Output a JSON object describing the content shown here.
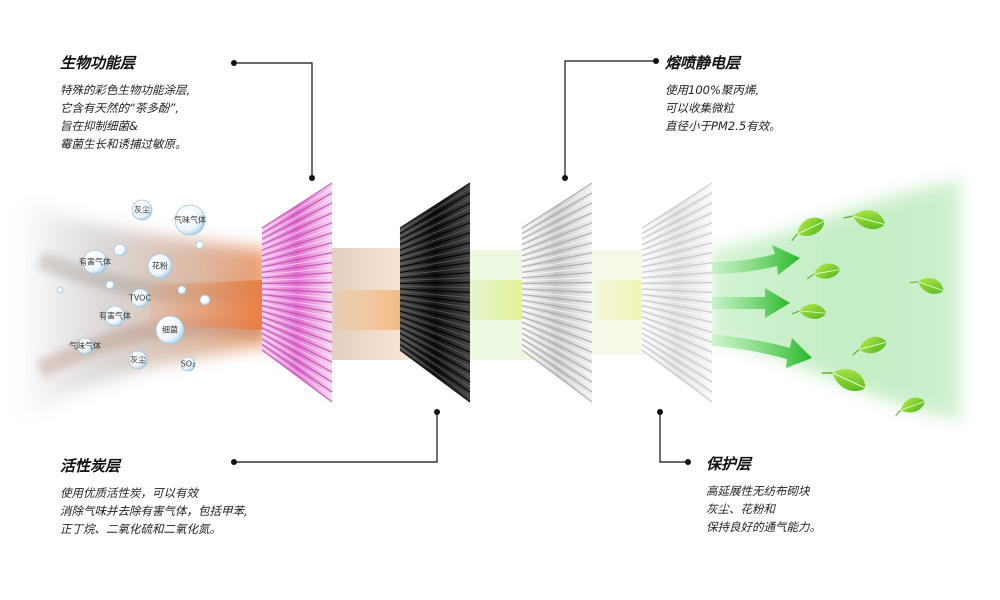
{
  "layers": {
    "bio": {
      "title": "生物功能层",
      "lines": [
        "特殊的彩色生物功能涂层,",
        "它含有天然的“茶多酚”,",
        "旨在抑制细菌&",
        "霉菌生长和诱捕过敏原。"
      ]
    },
    "carbon": {
      "title": "活性炭层",
      "lines": [
        "使用优质活性炭，可以有效",
        "消除气味并去除有害气体，包括甲苯,",
        "正丁烷、二氧化硫和二氧化氮。"
      ]
    },
    "meltblown": {
      "title": "熔喷静电层",
      "lines": [
        "使用100%聚丙烯,",
        "可以收集微粒",
        "直径小于PM2.5有效。"
      ]
    },
    "protect": {
      "title": "保护层",
      "lines": [
        "高延展性无纺布砌块",
        "灰尘、花粉和",
        "保持良好的通气能力。"
      ]
    }
  },
  "pollutants": [
    "灰尘",
    "气味气体",
    "有害气体",
    "花粉",
    "TVOC",
    "有害气体",
    "细菌",
    "气味气体",
    "灰尘",
    "SO₂"
  ],
  "colors": {
    "bio_filter": "#e070d0",
    "carbon_filter": "#1a1a1a",
    "meltblown_filter": "#d8d8d8",
    "protect_filter": "#eeeeee",
    "dirty_air": "#e8703a",
    "clean_air": "#44cc44",
    "leaf": "#7cd030"
  },
  "icons": [
    "bubble-icon",
    "leaf-icon",
    "arrow-icon",
    "callout-dot-icon"
  ]
}
